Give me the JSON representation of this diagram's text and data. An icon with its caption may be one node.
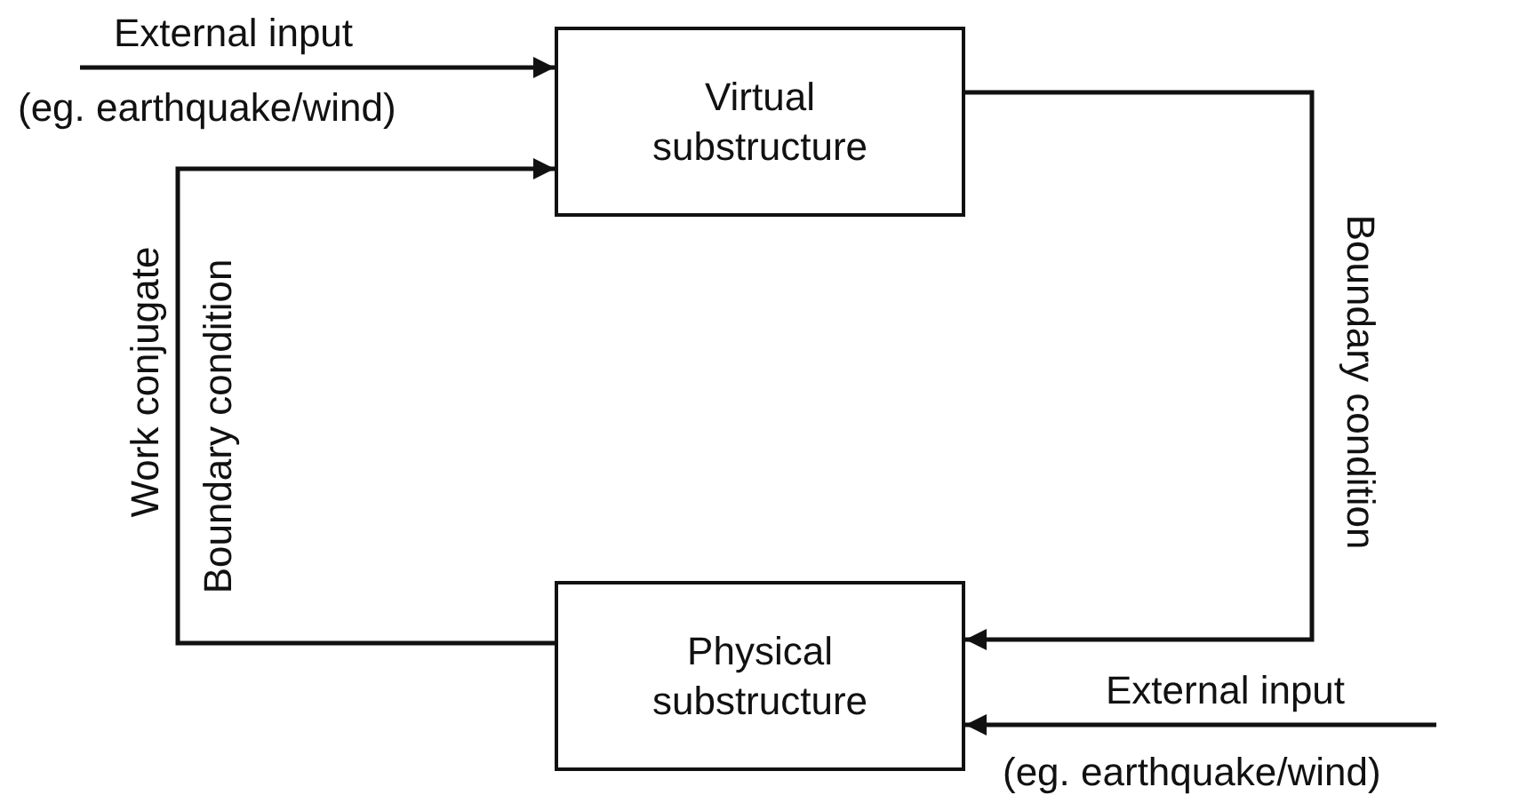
{
  "diagram": {
    "nodes": [
      {
        "text": [
          "Virtual substructure"
        ]
      },
      {
        "text": [
          "Physical substructure"
        ]
      }
    ],
    "edges": [
      {
        "from": null,
        "to": 0,
        "arrow": "to",
        "label": "External input"
      },
      {
        "from": 0,
        "to": 1,
        "arrow": "to",
        "label": "Boundary condition"
      },
      {
        "from": 1,
        "to": 0,
        "arrow": "to",
        "label": "Boundary condition"
      },
      {
        "from": null,
        "to": 1,
        "arrow": "to",
        "label": "External input"
      }
    ],
    "labels": [
      "(eg. earthquake/wind)",
      "Work conjugate",
      "(eg. earthquake/wind)"
    ]
  }
}
